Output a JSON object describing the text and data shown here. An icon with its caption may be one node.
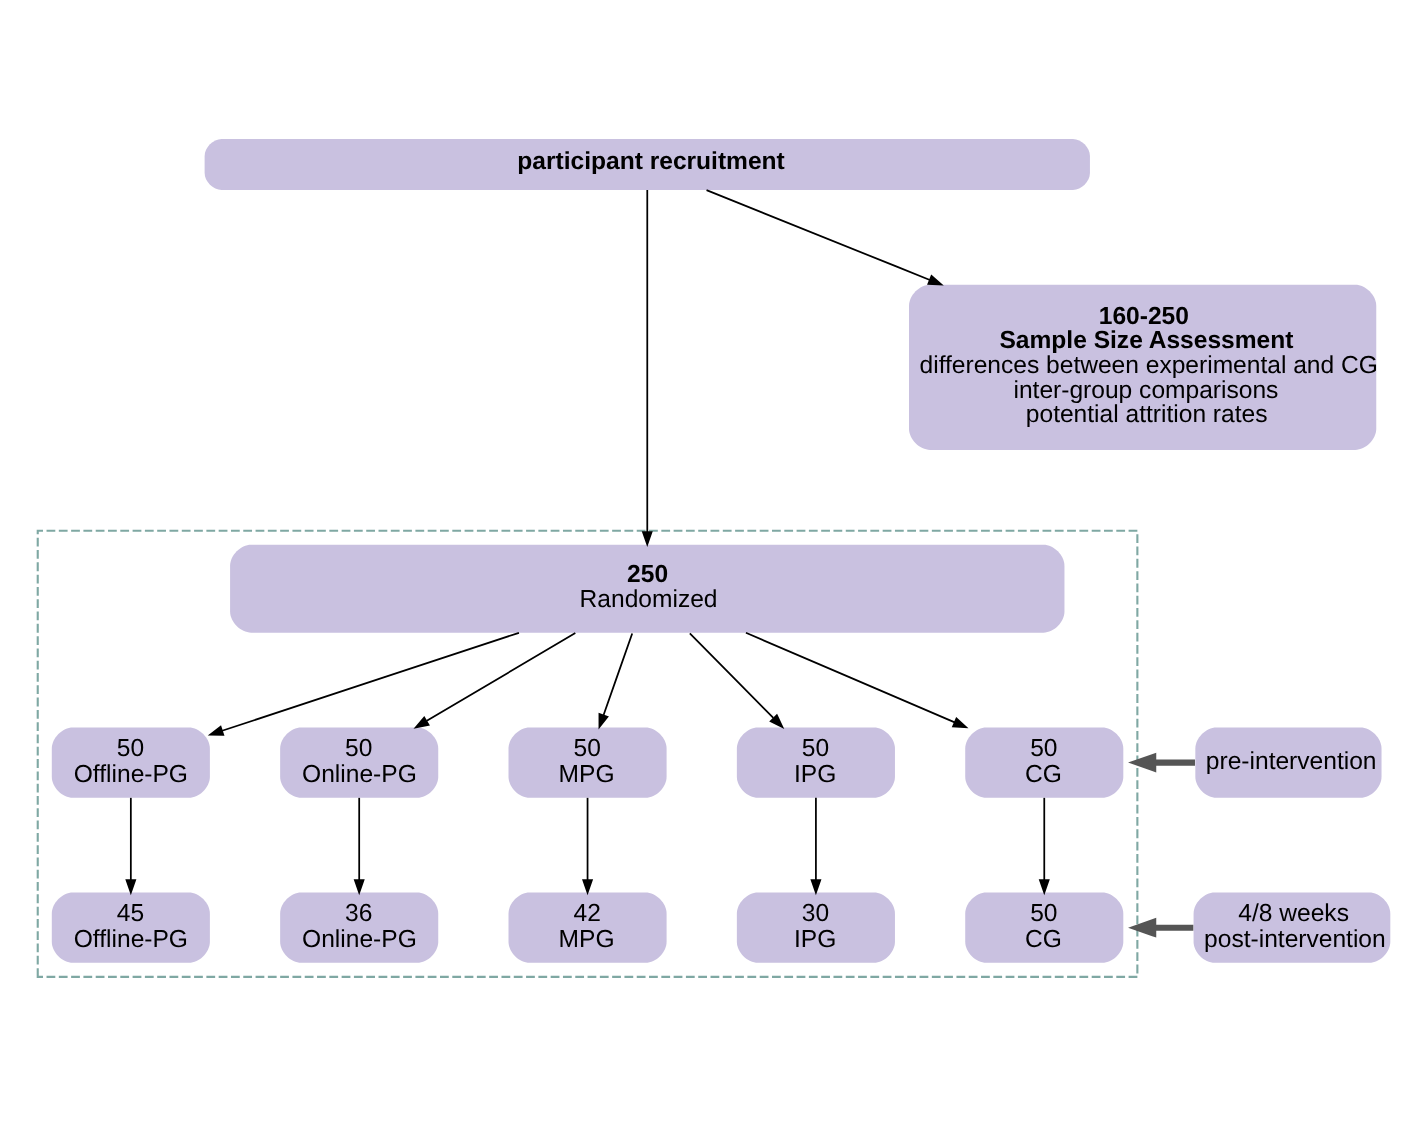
{
  "diagram": {
    "nodes": [
      {
        "text": [
          "participant recruitment"
        ]
      },
      {
        "text": [
          "160-250",
          "Sample Size Assessment",
          "differences between experimental and CG",
          "inter-group comparisons",
          "potential attrition rates"
        ]
      },
      {
        "text": [],
        "shape": "box"
      },
      {
        "text": [
          "250",
          "Randomized"
        ],
        "in": 2
      },
      {
        "text": [
          "pre-intervention"
        ]
      },
      {
        "text": [
          "50",
          "Offline-PG"
        ],
        "in": 2
      },
      {
        "text": [
          "50",
          "Online-PG"
        ],
        "in": 2
      },
      {
        "text": [
          "50",
          "MPG"
        ],
        "in": 2
      },
      {
        "text": [
          "50",
          "IPG"
        ],
        "in": 2
      },
      {
        "text": [
          "50",
          "CG"
        ],
        "in": 2
      },
      {
        "text": [
          "4/8 weeks post-intervention"
        ]
      },
      {
        "text": [
          "45",
          "Offline-PG"
        ],
        "in": 2
      },
      {
        "text": [
          "36",
          "Online-PG"
        ],
        "in": 2
      },
      {
        "text": [
          "42",
          "MPG"
        ],
        "in": 2
      },
      {
        "text": [
          "30",
          "IPG"
        ],
        "in": 2
      },
      {
        "text": [
          "50",
          "CG"
        ],
        "in": 2
      }
    ],
    "edges": [
      {
        "from": 0,
        "to": 3,
        "arrow": "to"
      },
      {
        "from": 0,
        "to": 1,
        "arrow": "to"
      },
      {
        "from": 3,
        "to": 5,
        "arrow": "to"
      },
      {
        "from": 3,
        "to": 6,
        "arrow": "to"
      },
      {
        "from": 3,
        "to": 7,
        "arrow": "to"
      },
      {
        "from": 3,
        "to": 8,
        "arrow": "to"
      },
      {
        "from": 3,
        "to": 9,
        "arrow": "to"
      },
      {
        "from": 4,
        "to": 2,
        "arrow": "to",
        "style": "thick"
      },
      {
        "from": 5,
        "to": 11,
        "arrow": "to"
      },
      {
        "from": 6,
        "to": 12,
        "arrow": "to"
      },
      {
        "from": 7,
        "to": 13,
        "arrow": "to"
      },
      {
        "from": 8,
        "to": 14,
        "arrow": "to"
      },
      {
        "from": 9,
        "to": 15,
        "arrow": "to"
      },
      {
        "from": 10,
        "to": 2,
        "arrow": "to",
        "style": "thick"
      }
    ]
  }
}
